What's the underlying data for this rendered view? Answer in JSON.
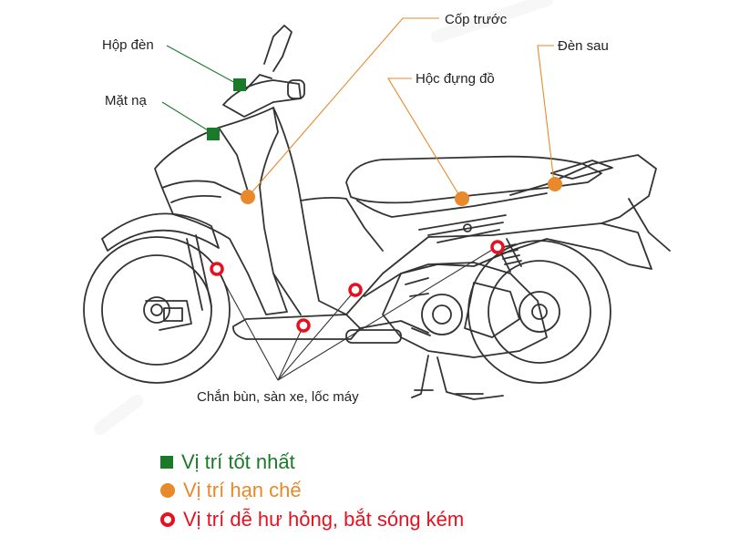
{
  "colors": {
    "best": "#1a7a2a",
    "limited": "#e8892b",
    "weak": "#e8101e",
    "line_drawing": "#333333"
  },
  "labels": {
    "hop_den": "Hộp đèn",
    "mat_na": "Mặt nạ",
    "cop_truoc": "Cốp trước",
    "den_sau": "Đèn sau",
    "hoc_dung_do": "Hộc đựng đồ",
    "chan_bun": "Chắn bùn, sàn xe, lốc máy"
  },
  "legend": [
    {
      "marker": "square",
      "label": "Vị trí tốt nhất"
    },
    {
      "marker": "dot",
      "label": "Vị trí hạn chế"
    },
    {
      "marker": "ring",
      "label": "Vị trí dễ hư hỏng, bắt sóng kém"
    }
  ]
}
